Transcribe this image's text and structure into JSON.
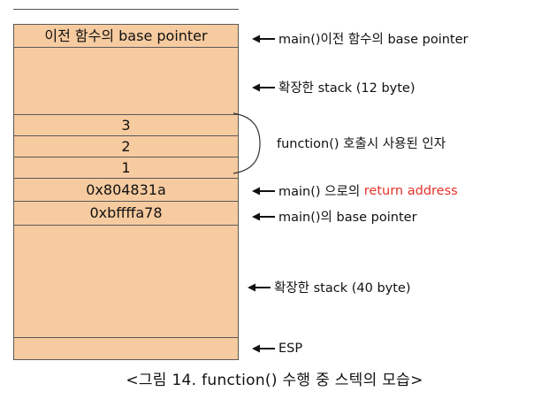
{
  "stack_cells": [
    {
      "label": "이전 함수의 base pointer"
    },
    {
      "label": ""
    },
    {
      "label": "3"
    },
    {
      "label": "2"
    },
    {
      "label": "1"
    },
    {
      "label": "0x804831a"
    },
    {
      "label": "0xbffffa78"
    },
    {
      "label": ""
    },
    {
      "label": ""
    }
  ],
  "annotations": {
    "prev_bp": "main()이전 함수의 base pointer",
    "stack12": "확장한 stack (12 byte)",
    "args": "function() 호출시 사용된 인자",
    "ret_prefix": "main() 으로의 ",
    "ret_highlight": "return address",
    "main_bp": "main()의 base pointer",
    "stack40": "확장한 stack (40 byte)",
    "esp": "ESP"
  },
  "caption": "<그림 14. function() 수행 중 스텍의 모습>",
  "colors": {
    "cell_fill": "#f7cba0",
    "cell_border": "#5a5a5a",
    "highlight": "#e8322a"
  }
}
